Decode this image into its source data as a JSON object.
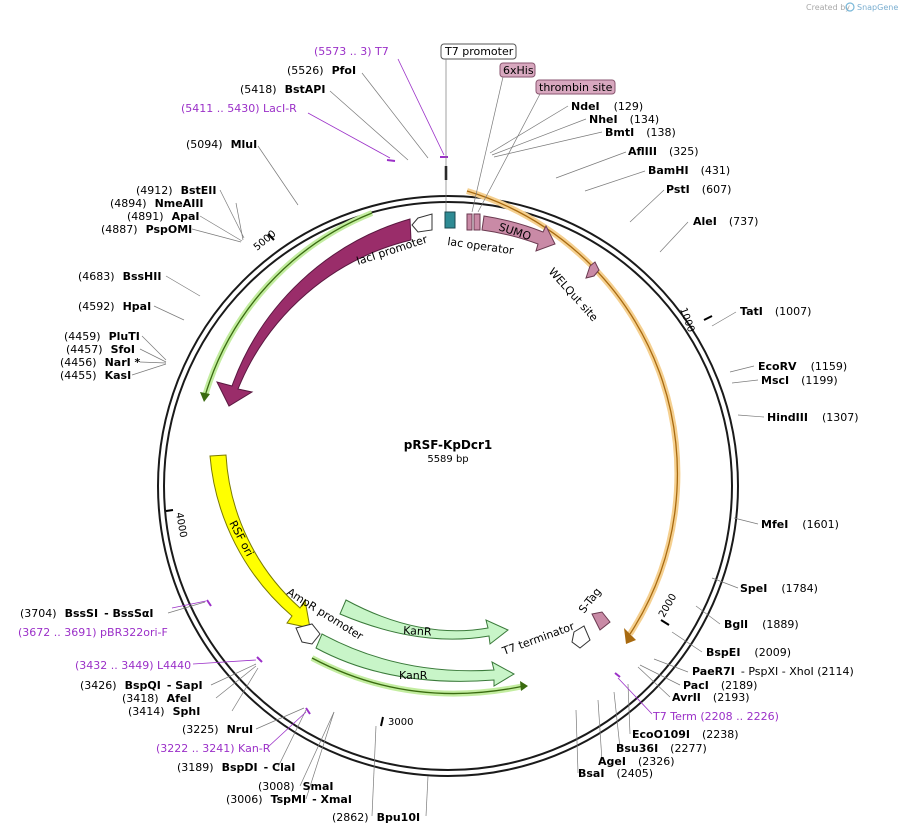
{
  "header": {
    "created_by": "Created by",
    "brand": "SnapGene"
  },
  "map": {
    "name": "pRSF-KpDcr1",
    "size": "5589 bp"
  },
  "ticks": [
    "1000",
    "2000",
    "3000",
    "4000",
    "5000"
  ],
  "tags": {
    "t7_promoter": "T7 promoter",
    "his": "6xHis",
    "thrombin": "thrombin site"
  },
  "features": {
    "laci_promoter": "lacI promoter",
    "lac_operator": "lac operator",
    "sumo": "SUMO",
    "welqut": "WELQut site",
    "laci": "lacI",
    "rsf_ori": "RSF ori",
    "ampr_promoter": "AmpR promoter",
    "kanr1": "KanR",
    "kanr2": "KanR",
    "t7_terminator": "T7 terminator",
    "stag": "S-Tag"
  },
  "sites": [
    {
      "id": "pfoi",
      "pre": "(5526)",
      "name": "PfoI",
      "post": ""
    },
    {
      "id": "bstapi",
      "pre": "(5418)",
      "name": "BstAPI",
      "post": ""
    },
    {
      "id": "mlui",
      "pre": "(5094)",
      "name": "MluI",
      "post": ""
    },
    {
      "id": "bsteii",
      "pre": "(4912)",
      "name": "BstEII",
      "post": ""
    },
    {
      "id": "nmeaiii",
      "pre": "(4894)",
      "name": "NmeAIII",
      "post": ""
    },
    {
      "id": "apai",
      "pre": "(4891)",
      "name": "ApaI",
      "post": ""
    },
    {
      "id": "psbomi",
      "pre": "(4887)",
      "name": "PspOMI",
      "post": ""
    },
    {
      "id": "bsshii",
      "pre": "(4683)",
      "name": "BssHII",
      "post": ""
    },
    {
      "id": "hpai",
      "pre": "(4592)",
      "name": "HpaI",
      "post": ""
    },
    {
      "id": "pluti",
      "pre": "(4459)",
      "name": "PluTI",
      "post": ""
    },
    {
      "id": "sfoi",
      "pre": "(4457)",
      "name": "SfoI",
      "post": ""
    },
    {
      "id": "nari",
      "pre": "(4456)",
      "name": "NarI *",
      "post": ""
    },
    {
      "id": "kasi",
      "pre": "(4455)",
      "name": "KasI",
      "post": ""
    },
    {
      "id": "bsssi",
      "pre": "(3704)",
      "name": "BssSI",
      "post": "- BssSαI"
    },
    {
      "id": "bspqi",
      "pre": "(3426)",
      "name": "BspQI",
      "post": "- SapI"
    },
    {
      "id": "afei",
      "pre": "(3418)",
      "name": "AfeI",
      "post": ""
    },
    {
      "id": "sphi",
      "pre": "(3414)",
      "name": "SphI",
      "post": ""
    },
    {
      "id": "nrui",
      "pre": "(3225)",
      "name": "NruI",
      "post": ""
    },
    {
      "id": "bspdi",
      "pre": "(3189)",
      "name": "BspDI",
      "post": "- ClaI"
    },
    {
      "id": "smai",
      "pre": "(3008)",
      "name": "SmaI",
      "post": ""
    },
    {
      "id": "tspmi",
      "pre": "(3006)",
      "name": "TspMI",
      "post": "- XmaI"
    },
    {
      "id": "bpu10i",
      "pre": "(2862)",
      "name": "Bpu10I",
      "post": ""
    },
    {
      "id": "ndei",
      "pre": "",
      "name": "NdeI",
      "post": "(129)"
    },
    {
      "id": "nhei",
      "pre": "",
      "name": "NheI",
      "post": "(134)"
    },
    {
      "id": "bmti",
      "pre": "",
      "name": "BmtI",
      "post": "(138)"
    },
    {
      "id": "aflIII",
      "pre": "",
      "name": "AflIII",
      "post": "(325)"
    },
    {
      "id": "bamhi",
      "pre": "",
      "name": "BamHI",
      "post": "(431)"
    },
    {
      "id": "psti",
      "pre": "",
      "name": "PstI",
      "post": "(607)"
    },
    {
      "id": "alei",
      "pre": "",
      "name": "AleI",
      "post": "(737)"
    },
    {
      "id": "tati",
      "pre": "",
      "name": "TatI",
      "post": "(1007)"
    },
    {
      "id": "ecorv",
      "pre": "",
      "name": "EcoRV",
      "post": "(1159)"
    },
    {
      "id": "msci",
      "pre": "",
      "name": "MscI",
      "post": "(1199)"
    },
    {
      "id": "hindiii",
      "pre": "",
      "name": "HindIII",
      "post": "(1307)"
    },
    {
      "id": "mfei",
      "pre": "",
      "name": "MfeI",
      "post": "(1601)"
    },
    {
      "id": "spei",
      "pre": "",
      "name": "SpeI",
      "post": "(1784)"
    },
    {
      "id": "bgli",
      "pre": "",
      "name": "BglI",
      "post": "(1889)"
    },
    {
      "id": "bspei",
      "pre": "",
      "name": "BspEI",
      "post": "(2009)"
    },
    {
      "id": "paer7i",
      "pre": "",
      "name": "PaeR7I",
      "post": "- PspXI - XhoI (2114)"
    },
    {
      "id": "paci",
      "pre": "",
      "name": "PacI",
      "post": "(2189)"
    },
    {
      "id": "avrii",
      "pre": "",
      "name": "AvrII",
      "post": "(2193)"
    },
    {
      "id": "eco0109i",
      "pre": "",
      "name": "EcoO109I",
      "post": "(2238)"
    },
    {
      "id": "bsu36i",
      "pre": "",
      "name": "Bsu36I",
      "post": "(2277)"
    },
    {
      "id": "agei",
      "pre": "",
      "name": "AgeI",
      "post": "(2326)"
    },
    {
      "id": "bsai",
      "pre": "",
      "name": "BsaI",
      "post": "(2405)"
    }
  ],
  "primers": [
    {
      "id": "t7",
      "text": "(5573 .. 3)  T7"
    },
    {
      "id": "laci_r",
      "text": "(5411 .. 5430)  LacI-R"
    },
    {
      "id": "pbr322",
      "text": "(3672 .. 3691)  pBR322ori-F"
    },
    {
      "id": "l4440",
      "text": "(3432 .. 3449)  L4440"
    },
    {
      "id": "kan_r",
      "text": "(3222 .. 3241)  Kan-R"
    },
    {
      "id": "t7term",
      "text": "T7 Term    (2208 .. 2226)"
    }
  ],
  "colors": {
    "backbone": "#1a1a1a",
    "laci": "#9a2d6a",
    "sumo": "#c98aa6",
    "rsf_ori": "#ffff00",
    "kanr": "#c8f5c8",
    "orange_highlight": "#f5b041",
    "green_highlight": "#7ac943",
    "primer": "#9b30c8",
    "lac_operator": "#2e8b94"
  }
}
